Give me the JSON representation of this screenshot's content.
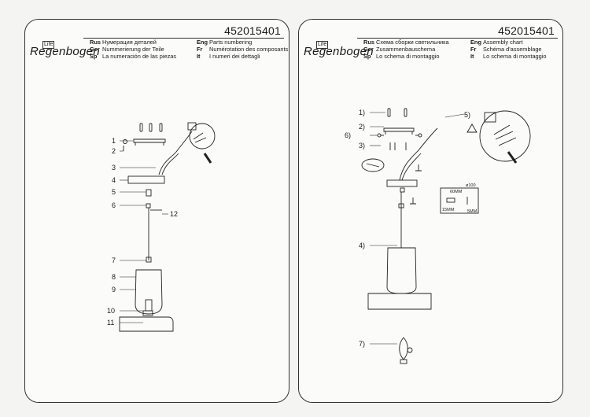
{
  "left_sheet": {
    "article": "452015401",
    "logo": {
      "life": "Life",
      "name": "Regenbogen"
    },
    "titles": [
      {
        "lang": "Rus",
        "text": "Нумерация деталей"
      },
      {
        "lang": "Eng",
        "text": "Parts numbering"
      },
      {
        "lang": "Ger",
        "text": "Nummerierung der Teile"
      },
      {
        "lang": "Fr",
        "text": "Numérotation des composants"
      },
      {
        "lang": "Sp",
        "text": "La numeración de las piezas"
      },
      {
        "lang": "It",
        "text": "I numeri dei dettagli"
      }
    ],
    "part_numbers": [
      "1",
      "2",
      "3",
      "4",
      "5",
      "6",
      "7",
      "8",
      "9",
      "10",
      "11",
      "12"
    ]
  },
  "right_sheet": {
    "article": "452015401",
    "logo": {
      "life": "Life",
      "name": "Regenbogen"
    },
    "titles": [
      {
        "lang": "Rus",
        "text": "Схема сборки светильника"
      },
      {
        "lang": "Eng",
        "text": "Assembly chart"
      },
      {
        "lang": "Ger",
        "text": "Zusammenbauschema"
      },
      {
        "lang": "Fr",
        "text": "Schéma d'assemblage"
      },
      {
        "lang": "Sp",
        "text": "Lo schema di montaggio"
      },
      {
        "lang": "It",
        "text": "Lo schema di montaggio"
      }
    ],
    "steps": [
      "1)",
      "2)",
      "6)",
      "3)",
      "5)",
      "4)",
      "7)"
    ],
    "dimensions": {
      "a": "60MM",
      "b": "ø100",
      "c": "15MM",
      "d": "5MM"
    }
  },
  "colors": {
    "ink": "#1a1a1a",
    "paper": "#fbfbfa",
    "background": "#f4f4f2"
  }
}
